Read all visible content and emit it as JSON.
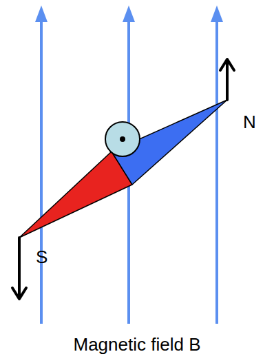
{
  "diagram": {
    "labels": [
      "N",
      "S",
      "Magnetic field B"
    ]
  }
}
